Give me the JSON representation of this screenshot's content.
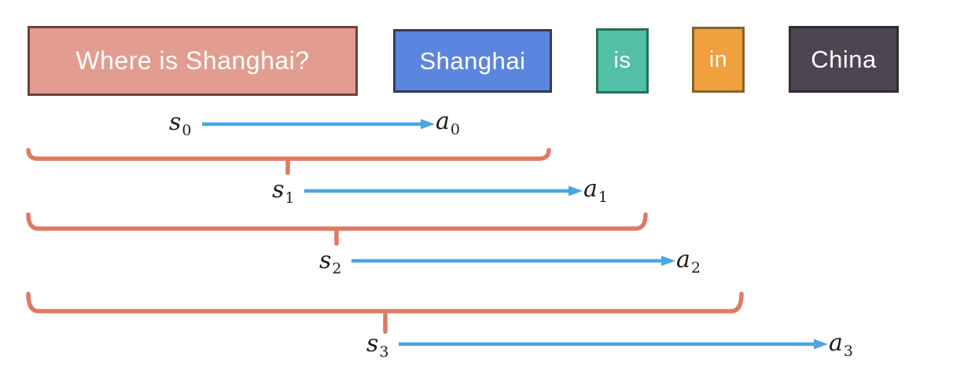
{
  "diagram": {
    "description": "RL formulation of token generation: states and actions over a token sequence",
    "tokens": [
      {
        "label": "Where is Shanghai?",
        "fill": "#e29c90",
        "border": "#6b443c",
        "role": "prompt"
      },
      {
        "label": "Shanghai",
        "fill": "#5b86e0",
        "border": "#333c55",
        "role": "generated-token"
      },
      {
        "label": "is",
        "fill": "#52bfa6",
        "border": "#266f5b",
        "role": "generated-token"
      },
      {
        "label": "in",
        "fill": "#f0a03c",
        "border": "#84642a",
        "role": "generated-token"
      },
      {
        "label": "China",
        "fill": "#4d4551",
        "border": "#312c36",
        "role": "generated-token"
      }
    ],
    "steps": [
      {
        "state": {
          "base": "s",
          "sub": "0"
        },
        "action": {
          "base": "a",
          "sub": "0"
        }
      },
      {
        "state": {
          "base": "s",
          "sub": "1"
        },
        "action": {
          "base": "a",
          "sub": "1"
        }
      },
      {
        "state": {
          "base": "s",
          "sub": "2"
        },
        "action": {
          "base": "a",
          "sub": "2"
        }
      },
      {
        "state": {
          "base": "s",
          "sub": "3"
        },
        "action": {
          "base": "a",
          "sub": "3"
        }
      }
    ],
    "colors": {
      "arrow": "#47a6e3",
      "brace": "#e07961",
      "label_text": "#1b1b1b",
      "token_text": "#ffffff",
      "background": "#ffffff"
    }
  }
}
